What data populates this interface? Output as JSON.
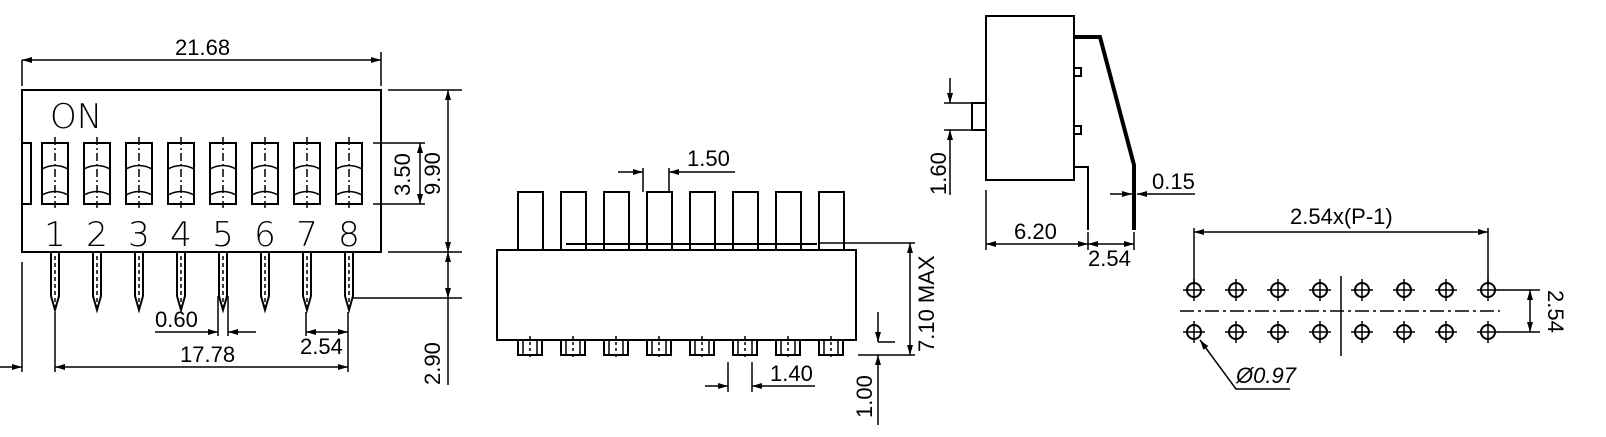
{
  "front_view": {
    "label_on": "ON",
    "switch_numbers": [
      "1",
      "2",
      "3",
      "4",
      "5",
      "6",
      "7",
      "8"
    ],
    "dims": {
      "width": "21.68",
      "height": "9.90",
      "actuator_height": "3.50",
      "pin_length": "2.90",
      "pin_width": "0.60",
      "pin_span": "17.78",
      "pitch": "2.54"
    }
  },
  "bottom_view": {
    "actuator_count": 8,
    "dims": {
      "actuator_width": "1.50",
      "pin_width": "1.40",
      "height": "7.10 MAX",
      "standoff": "1.00"
    }
  },
  "side_view": {
    "dims": {
      "actuator": "1.60",
      "lead_thickness": "0.15",
      "depth": "6.20",
      "row_spacing": "2.54"
    }
  },
  "footprint": {
    "holes_per_row": 8,
    "dims": {
      "row_length": "2.54x(P-1)",
      "row_spacing": "2.54",
      "hole_diameter": "Ø0.97"
    }
  }
}
